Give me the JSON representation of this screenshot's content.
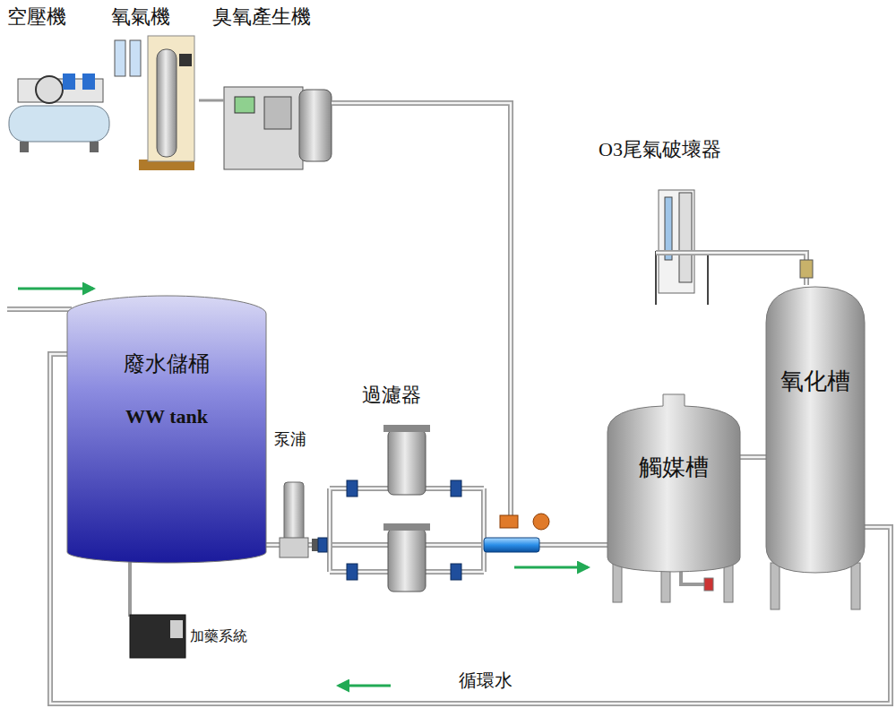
{
  "diagram": {
    "nodes": [
      {
        "text": [
          "廢水儲桶",
          "WW tank"
        ]
      },
      {
        "text": [
          "觸媒槽"
        ]
      },
      {
        "text": [
          "氧化槽"
        ]
      }
    ],
    "edges": [
      {
        "from": 0,
        "to": 1,
        "arrow": "none"
      },
      {
        "from": 1,
        "to": 2,
        "arrow": "none"
      },
      {
        "from": 2,
        "to": 0,
        "label": "循環水",
        "arrow": "none"
      }
    ],
    "labels": [
      "空壓機",
      "氧氣機",
      "臭氧產生機",
      "O3尾氣破壞器",
      "過濾器",
      "泵浦",
      "加藥系統"
    ]
  }
}
